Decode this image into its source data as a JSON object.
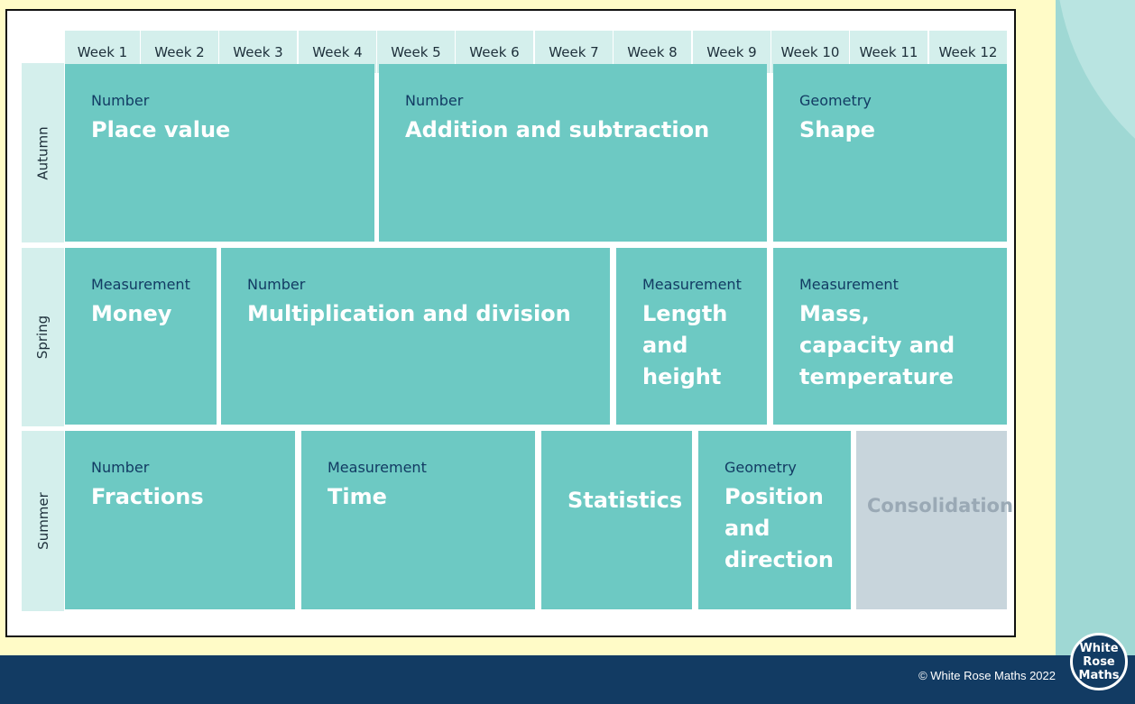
{
  "weeks": [
    "Week 1",
    "Week 2",
    "Week 3",
    "Week 4",
    "Week 5",
    "Week 6",
    "Week 7",
    "Week 8",
    "Week 9",
    "Week 10",
    "Week 11",
    "Week 12"
  ],
  "terms": [
    "Autumn",
    "Spring",
    "Summer"
  ],
  "blocks": {
    "place_value": {
      "category": "Number",
      "topic": "Place value"
    },
    "add_sub": {
      "category": "Number",
      "topic": "Addition and subtraction"
    },
    "shape": {
      "category": "Geometry",
      "topic": "Shape"
    },
    "money": {
      "category": "Measurement",
      "topic": "Money"
    },
    "mult_div": {
      "category": "Number",
      "topic": "Multiplication and division"
    },
    "length": {
      "category": "Measurement",
      "topic_lines": [
        "Length",
        "and",
        "height"
      ]
    },
    "mass": {
      "category": "Measurement",
      "topic_lines": [
        "Mass,",
        "capacity and",
        "temperature"
      ]
    },
    "fractions": {
      "category": "Number",
      "topic": "Fractions"
    },
    "time": {
      "category": "Measurement",
      "topic": "Time"
    },
    "statistics": {
      "topic": "Statistics"
    },
    "position": {
      "category": "Geometry",
      "topic_lines": [
        "Position",
        "and",
        "direction"
      ]
    },
    "consolidation": {
      "topic": "Consolidation"
    }
  },
  "footer": {
    "copyright": "© White Rose Maths 2022"
  },
  "logo": {
    "lines": [
      "White",
      "Rose",
      "Maths"
    ]
  },
  "colors": {
    "block": "#6dc9c3",
    "header": "#d4efec",
    "navy": "#123b63",
    "background": "#fffbc7",
    "consolidation": "#c8d5dc"
  }
}
